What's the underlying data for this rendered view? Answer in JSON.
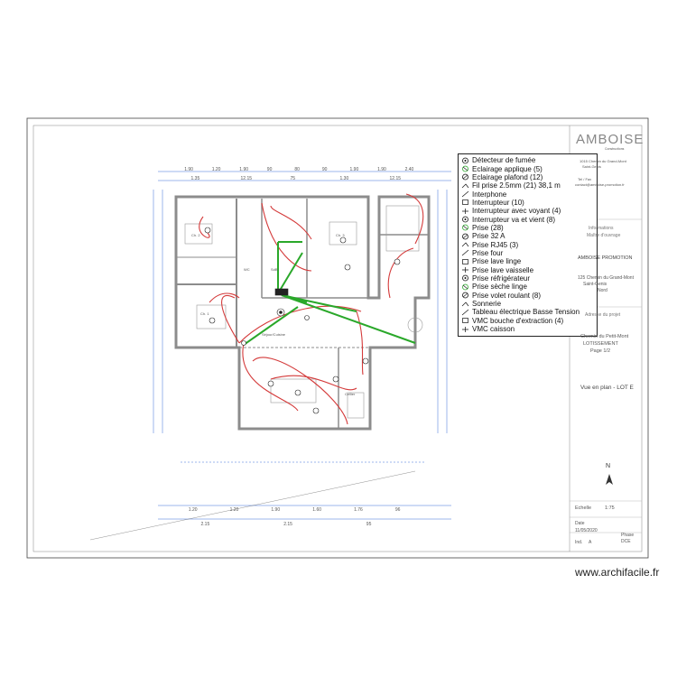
{
  "title_block": {
    "brand": "AMBOISE",
    "brand_sub": "Constructions",
    "address_lines": [
      "1015 Chemin du Grand-Mont",
      "Saint-Genis"
    ],
    "contact_lines": [
      "Tel / Fax",
      "contact@amboise-promotion.fr"
    ],
    "section_client": "Informations",
    "section_client_sub": "Maître d'ouvrage",
    "company": "AMBOISE PROMOTION",
    "company_address": [
      "125 Chemin du Grand-Mont",
      "Saint-Genis",
      "Nord"
    ],
    "project_label": "Adresse du projet",
    "project_lines": [
      "Chemin du Petit-Mont",
      "LOTISSEMENT",
      "Page 1/2"
    ],
    "view_title": "Vue en plan - LOT E",
    "north": "N",
    "scale_label": "Echelle",
    "scale_value": "1:75",
    "date_label": "Date",
    "date_value": "11/05/2020",
    "phase_label": "Phase",
    "phase_value": "DCE",
    "index_label": "Ind.",
    "index_value": "A"
  },
  "legend": {
    "items": [
      {
        "icon": "smoke-detector-icon",
        "label": "Détecteur de fumée"
      },
      {
        "icon": "wall-light-icon",
        "label": "Eclairage applique (5)"
      },
      {
        "icon": "ceiling-light-icon",
        "label": "Eclairage plafond (12)"
      },
      {
        "icon": "wire-icon",
        "label": "Fil prise 2.5mm (21) 38,1 m"
      },
      {
        "icon": "intercom-icon",
        "label": "Interphone"
      },
      {
        "icon": "switch-icon",
        "label": "Interrupteur (10)"
      },
      {
        "icon": "switch-led-icon",
        "label": "Interrupteur avec voyant (4)"
      },
      {
        "icon": "two-way-switch-icon",
        "label": "Interrupteur va et vient (8)"
      },
      {
        "icon": "socket-icon",
        "label": "Prise (28)"
      },
      {
        "icon": "socket-32a-icon",
        "label": "Prise 32 A"
      },
      {
        "icon": "rj45-icon",
        "label": "Prise RJ45 (3)"
      },
      {
        "icon": "oven-socket-icon",
        "label": "Prise four"
      },
      {
        "icon": "washer-socket-icon",
        "label": "Prise lave linge"
      },
      {
        "icon": "dishwasher-socket-icon",
        "label": "Prise lave vaisselle"
      },
      {
        "icon": "fridge-socket-icon",
        "label": "Prise réfrigérateur"
      },
      {
        "icon": "dryer-socket-icon",
        "label": "Prise sèche linge"
      },
      {
        "icon": "shutter-socket-icon",
        "label": "Prise volet roulant (8)"
      },
      {
        "icon": "bell-icon",
        "label": "Sonnerie"
      },
      {
        "icon": "panel-icon",
        "label": "Tableau électrique Basse Tension"
      },
      {
        "icon": "vmc-outlet-icon",
        "label": "VMC bouche d'extraction (4)"
      },
      {
        "icon": "vmc-unit-icon",
        "label": "VMC caisson"
      }
    ]
  },
  "plan": {
    "dims_top_row1": [
      "1.90",
      "1.20",
      "1.90",
      "90",
      "80",
      "90",
      "1.90",
      "1.90",
      "2.40"
    ],
    "dims_top_row2": [
      "1.35",
      "12.15",
      "75",
      "1.30",
      "12.15"
    ],
    "dims_bottom_row1": [
      "1.20",
      "1.20",
      "1.90",
      "1.60",
      "1.76",
      "96"
    ],
    "dims_bottom_row2": [
      "2.15",
      "2.15",
      "95"
    ],
    "room_labels": [
      "Séjour/Cuisine",
      "Cellier",
      "Ch. 1",
      "Ch. 2",
      "Ch. 3",
      "SdB",
      "WC"
    ],
    "colors": {
      "wire_red": "#d43a3a",
      "wire_green": "#2aa82a",
      "dim_blue": "#3a6fd8",
      "wall": "#9a9a9a"
    }
  },
  "credit": "www.archifacile.fr"
}
